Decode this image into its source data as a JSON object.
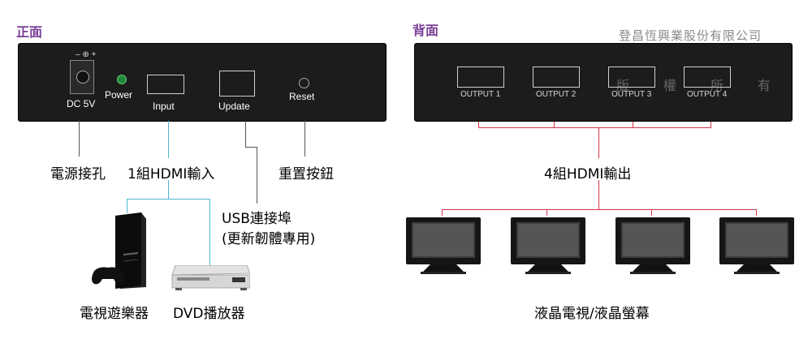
{
  "front": {
    "section_title": "正面",
    "power_symbol": "– ⊕ +",
    "dc_label": "DC 5V",
    "power_label": "Power",
    "input_label": "Input",
    "update_label": "Update",
    "reset_label": "Reset",
    "callouts": {
      "dc_jack": "電源接孔",
      "hdmi_input": "1組HDMI輸入",
      "usb_port_line1": "USB連接埠",
      "usb_port_line2": "(更新韌體專用)",
      "reset_button": "重置按鈕"
    },
    "devices": {
      "console": "電視遊樂器",
      "dvd": "DVD播放器"
    }
  },
  "back": {
    "section_title": "背面",
    "company": "登昌恆興業股份有限公司",
    "watermark": [
      "版",
      "權",
      "所",
      "有"
    ],
    "outputs": [
      "OUTPUT 1",
      "OUTPUT 2",
      "OUTPUT 3",
      "OUTPUT 4"
    ],
    "hdmi_output_label": "4組HDMI輸出",
    "tv_label": "液晶電視/液晶螢幕"
  },
  "colors": {
    "section_title": "#7a3e96",
    "input_line": "#4fb6cf",
    "output_line": "#d4364a",
    "panel": "#1c1c1c"
  }
}
